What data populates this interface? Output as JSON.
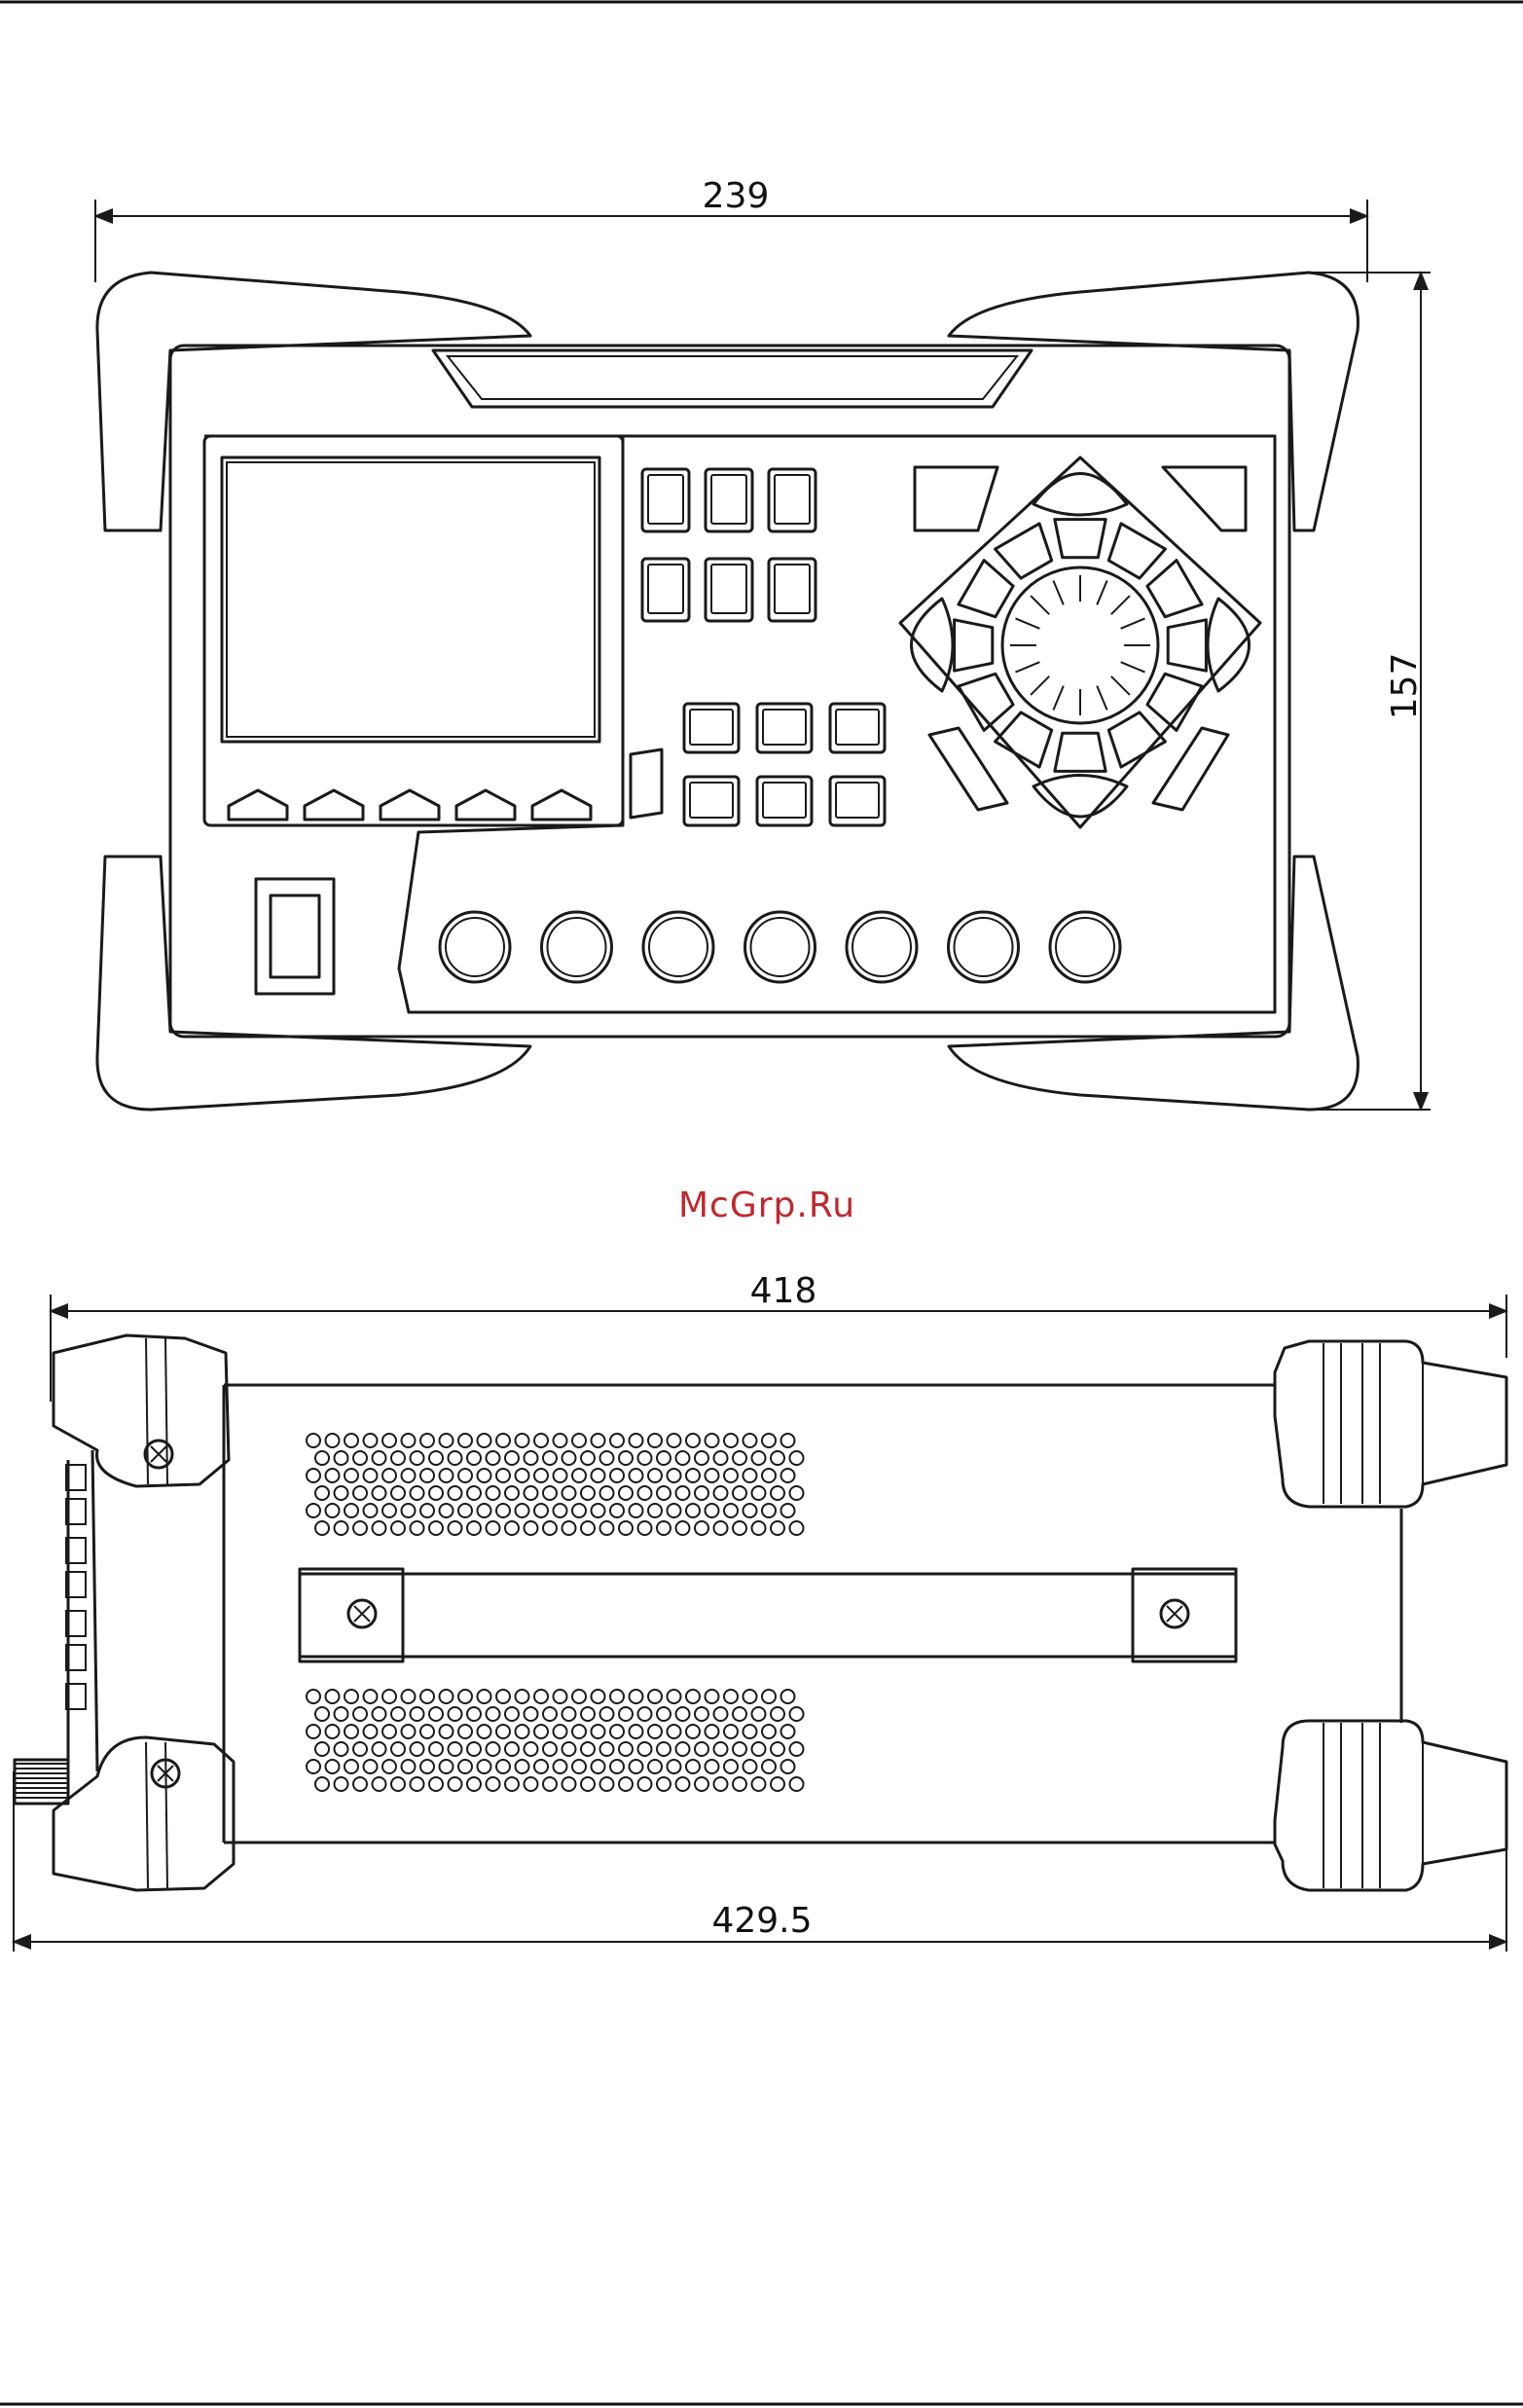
{
  "watermark": "McGrp.Ru",
  "front_view": {
    "width_dimension": "239",
    "height_dimension": "157",
    "softkey_count": 5,
    "knob_count": 7,
    "upper_key_rows": 2,
    "upper_key_cols": 3,
    "lower_key_rows": 2,
    "lower_key_cols": 3
  },
  "top_view": {
    "depth_dimension": "418",
    "overall_depth_dimension": "429.5",
    "vent_rows": 6,
    "vent_cols": 26
  }
}
